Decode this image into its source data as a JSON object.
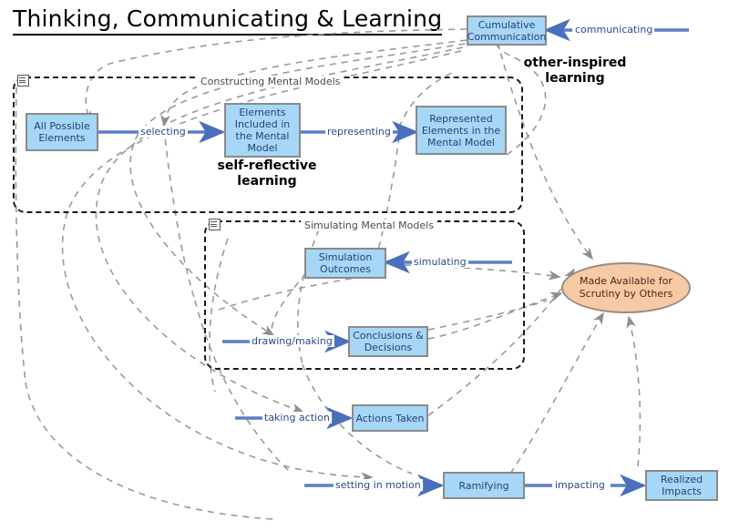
{
  "title": "Thinking, Communicating & Learning",
  "colors": {
    "node_fill": "#a6d7f7",
    "node_border": "#8a8a8a",
    "node_text": "#28407a",
    "ellipse_fill": "#f6caa5",
    "ellipse_border": "#9a8a80",
    "arrow_blue": "#5b7fc7",
    "dashed_gray": "#9a9a9a",
    "frame_border": "#1b1b1b"
  },
  "frames": [
    {
      "id": "constructing",
      "label": "Constructing Mental Models",
      "icon": "frame-marker-icon"
    },
    {
      "id": "simulating",
      "label": "Simulating Mental Models",
      "icon": "frame-marker-icon"
    }
  ],
  "nodes": [
    {
      "id": "all_possible_elements",
      "label": "All Possible\nElements"
    },
    {
      "id": "elements_included",
      "label": "Elements\nIncluded in\nthe Mental\nModel"
    },
    {
      "id": "represented_elements",
      "label": "Represented\nElements in the\nMental Model"
    },
    {
      "id": "cumulative_communication",
      "label": "Cumulative\nCommunication"
    },
    {
      "id": "simulation_outcomes",
      "label": "Simulation\nOutcomes"
    },
    {
      "id": "conclusions_decisions",
      "label": "Conclusions &\nDecisions"
    },
    {
      "id": "actions_taken",
      "label": "Actions Taken"
    },
    {
      "id": "ramifying",
      "label": "Ramifying"
    },
    {
      "id": "realized_impacts",
      "label": "Realized\nImpacts"
    },
    {
      "id": "made_available",
      "label": "Made Available for\nScrutiny by Others"
    }
  ],
  "edge_labels": [
    {
      "id": "selecting",
      "label": "selecting"
    },
    {
      "id": "representing",
      "label": "representing"
    },
    {
      "id": "communicating",
      "label": "communicating"
    },
    {
      "id": "simulating",
      "label": "simulating"
    },
    {
      "id": "drawing_making",
      "label": "drawing/making"
    },
    {
      "id": "taking_action",
      "label": "taking action"
    },
    {
      "id": "setting_in_motion",
      "label": "setting in motion"
    },
    {
      "id": "impacting",
      "label": "impacting"
    }
  ],
  "annotations": [
    {
      "id": "other_inspired",
      "label": "other-inspired\nlearning"
    },
    {
      "id": "self_reflective",
      "label": "self-reflective\nlearning"
    }
  ]
}
